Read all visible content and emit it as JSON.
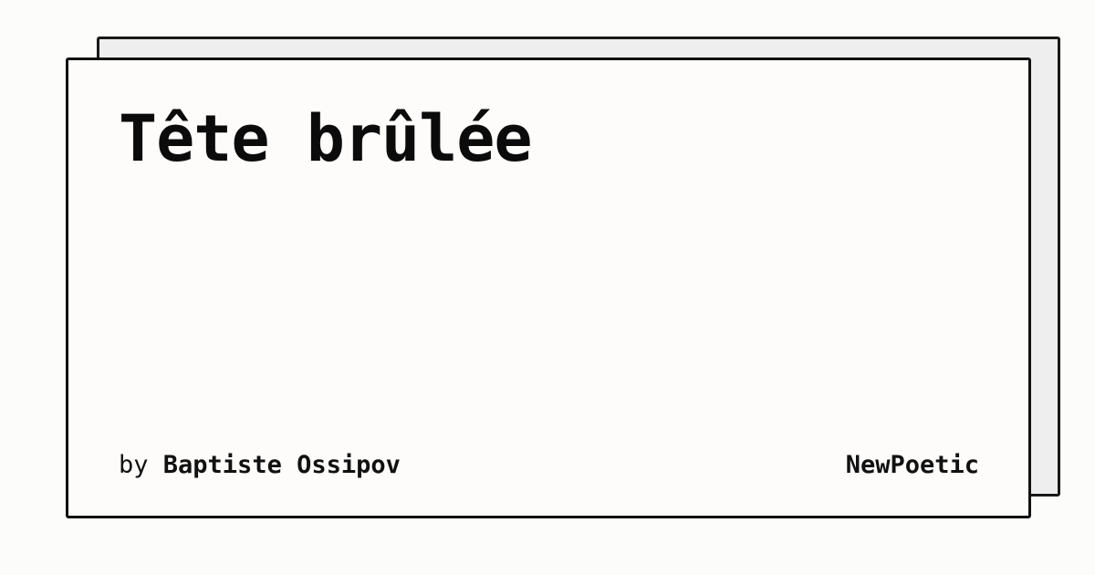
{
  "card": {
    "title": "Tête brûlée",
    "byline_prefix": "by",
    "author": "Baptiste Ossipov",
    "publisher": "NewPoetic"
  },
  "colors": {
    "page_background": "#fcfcfa",
    "card_background": "#fdfcfa",
    "back_card_background": "#eeeeee",
    "border": "#111111",
    "text": "#111111"
  }
}
